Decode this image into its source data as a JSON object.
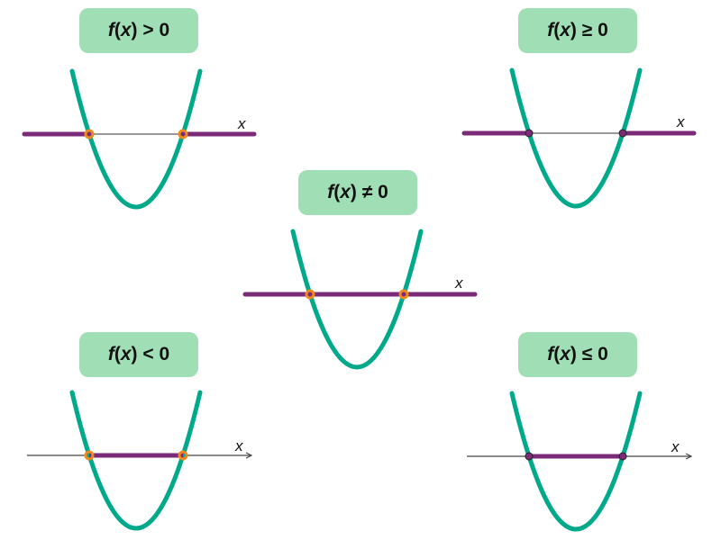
{
  "axis_label": "x",
  "colors": {
    "label_bg": "#a0dfb5",
    "parabola": "#00a98a",
    "interval": "#7b2a7a",
    "open_point": "#f08a1e",
    "closed_point": "#7b2a7a",
    "axis": "#444444"
  },
  "panels": [
    {
      "id": "gt",
      "label": "f (x) > 0",
      "solution": "outside",
      "endpoints": "open",
      "axis_style": "plain"
    },
    {
      "id": "ge",
      "label": "f (x) ≥ 0",
      "solution": "outside",
      "endpoints": "closed",
      "axis_style": "plain"
    },
    {
      "id": "ne",
      "label": "f (x) ≠ 0",
      "solution": "all",
      "endpoints": "open",
      "axis_style": "plain"
    },
    {
      "id": "lt",
      "label": "f (x) < 0",
      "solution": "between",
      "endpoints": "open",
      "axis_style": "arrow"
    },
    {
      "id": "le",
      "label": "f (x) ≤ 0",
      "solution": "between",
      "endpoints": "closed",
      "axis_style": "arrow"
    }
  ]
}
